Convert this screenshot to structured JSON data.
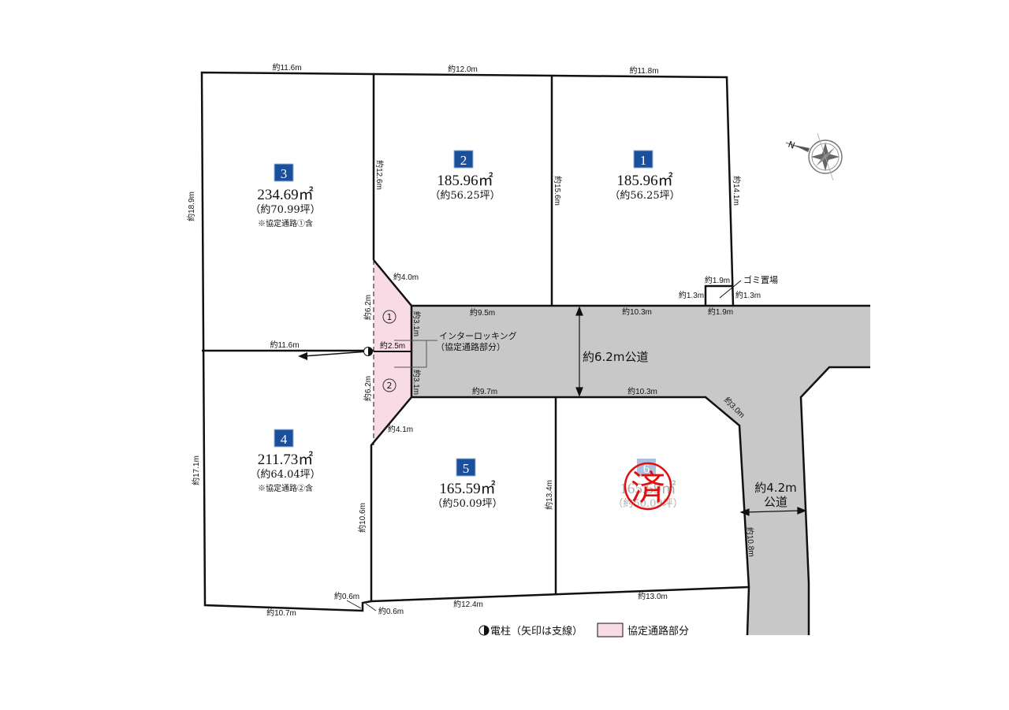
{
  "colors": {
    "lot_number_bg": "#1a4f9c",
    "shared_road": "#f9dbe6",
    "public_road": "#c8c8c8",
    "sold_stamp": "#e01010"
  },
  "lots": [
    {
      "number": "1",
      "area": "185.96㎡",
      "tsubo": "（約56.25坪）",
      "note": ""
    },
    {
      "number": "2",
      "area": "185.96㎡",
      "tsubo": "（約56.25坪）",
      "note": ""
    },
    {
      "number": "3",
      "area": "234.69㎡",
      "tsubo": "（約70.99坪）",
      "note": "※協定通路①含"
    },
    {
      "number": "4",
      "area": "211.73㎡",
      "tsubo": "（約64.04坪）",
      "note": "※協定通路②含"
    },
    {
      "number": "5",
      "area": "165.59㎡",
      "tsubo": "（約50.09坪）",
      "note": ""
    },
    {
      "number": "6",
      "area": "165.59㎡",
      "tsubo": "（約50.09坪）",
      "note": "",
      "sold": true
    }
  ],
  "sold_stamp": "済",
  "dimensions": {
    "top_3": "約11.6m",
    "top_2": "約12.0m",
    "top_1": "約11.8m",
    "left_3": "約18.9m",
    "div_23": "約12.6m",
    "div_12": "約15.6m",
    "right_1": "約14.1m",
    "diag_1": "約4.0m",
    "pink_1": "約6.2m",
    "pink_2": "約6.2m",
    "diag_2": "約4.1m",
    "road_w1": "約3.1m",
    "road_w2": "約3.1m",
    "pole_len": "約2.5m",
    "mid_34": "約11.6m",
    "road_top_1": "約9.5m",
    "road_top_2": "約10.3m",
    "road_top_3": "約1.9m",
    "gomi_top": "約1.9m",
    "gomi_left": "約1.3m",
    "gomi_right": "約1.3m",
    "road_bot_1": "約9.7m",
    "road_bot_2": "約10.3m",
    "corner": "約3.0m",
    "left_4": "約17.1m",
    "left_5": "約10.6m",
    "div_56": "約13.4m",
    "road_side": "約10.8m",
    "notch_1": "約0.6m",
    "notch_2": "約0.6m",
    "bottom_4": "約10.7m",
    "bottom_5": "約12.4m",
    "bottom_6": "約13.0m"
  },
  "labels": {
    "gomi": "ゴミ置場",
    "interlocking": "インターロッキング",
    "interlocking_sub": "（協定通路部分）",
    "road_main": "約6.2m公道",
    "road_side_width": "約4.2m",
    "road_side_type": "公道"
  },
  "legend": {
    "pole": "電柱（矢印は支線）",
    "shared_road": "協定通路部分"
  },
  "compass": {
    "north_label": "N"
  }
}
